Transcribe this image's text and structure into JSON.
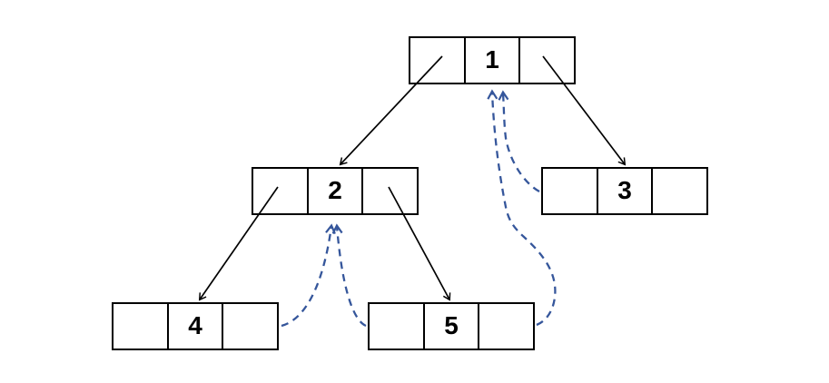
{
  "diagram": {
    "type": "threaded-binary-tree",
    "nodes": [
      {
        "id": "1",
        "value": "1"
      },
      {
        "id": "2",
        "value": "2"
      },
      {
        "id": "3",
        "value": "3"
      },
      {
        "id": "4",
        "value": "4"
      },
      {
        "id": "5",
        "value": "5"
      }
    ],
    "edges": {
      "solid_child_links": [
        {
          "from": "1-left-pointer",
          "to": "2"
        },
        {
          "from": "1-right-pointer",
          "to": "3"
        },
        {
          "from": "2-left-pointer",
          "to": "4"
        },
        {
          "from": "2-right-pointer",
          "to": "5"
        }
      ],
      "dashed_thread_links": [
        {
          "from": "4-right-pointer",
          "to": "2"
        },
        {
          "from": "5-left-pointer",
          "to": "2"
        },
        {
          "from": "3-left-pointer",
          "to": "1"
        },
        {
          "from": "5-right-pointer",
          "to": "1"
        }
      ]
    },
    "colors": {
      "background": "#ffffff",
      "box_border": "#000000",
      "node_text": "#000000",
      "solid_arrow": "#000000",
      "thread_arrow": "#35569b"
    }
  }
}
